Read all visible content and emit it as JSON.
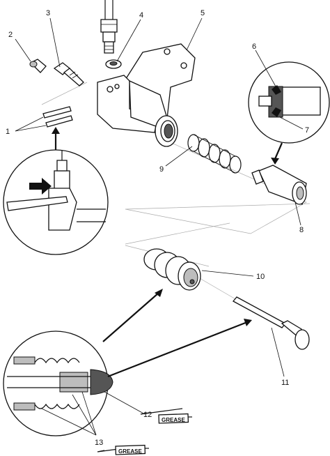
{
  "callouts": {
    "c1": "1",
    "c2": "2",
    "c3": "3",
    "c4": "4",
    "c5": "5",
    "c6": "6",
    "c7": "7",
    "c8": "8",
    "c9": "9",
    "c10": "10",
    "c11": "11",
    "c12": "12",
    "c13": "13"
  },
  "grease_tags": {
    "tag12": "GREASE",
    "tag13": "GREASE"
  }
}
